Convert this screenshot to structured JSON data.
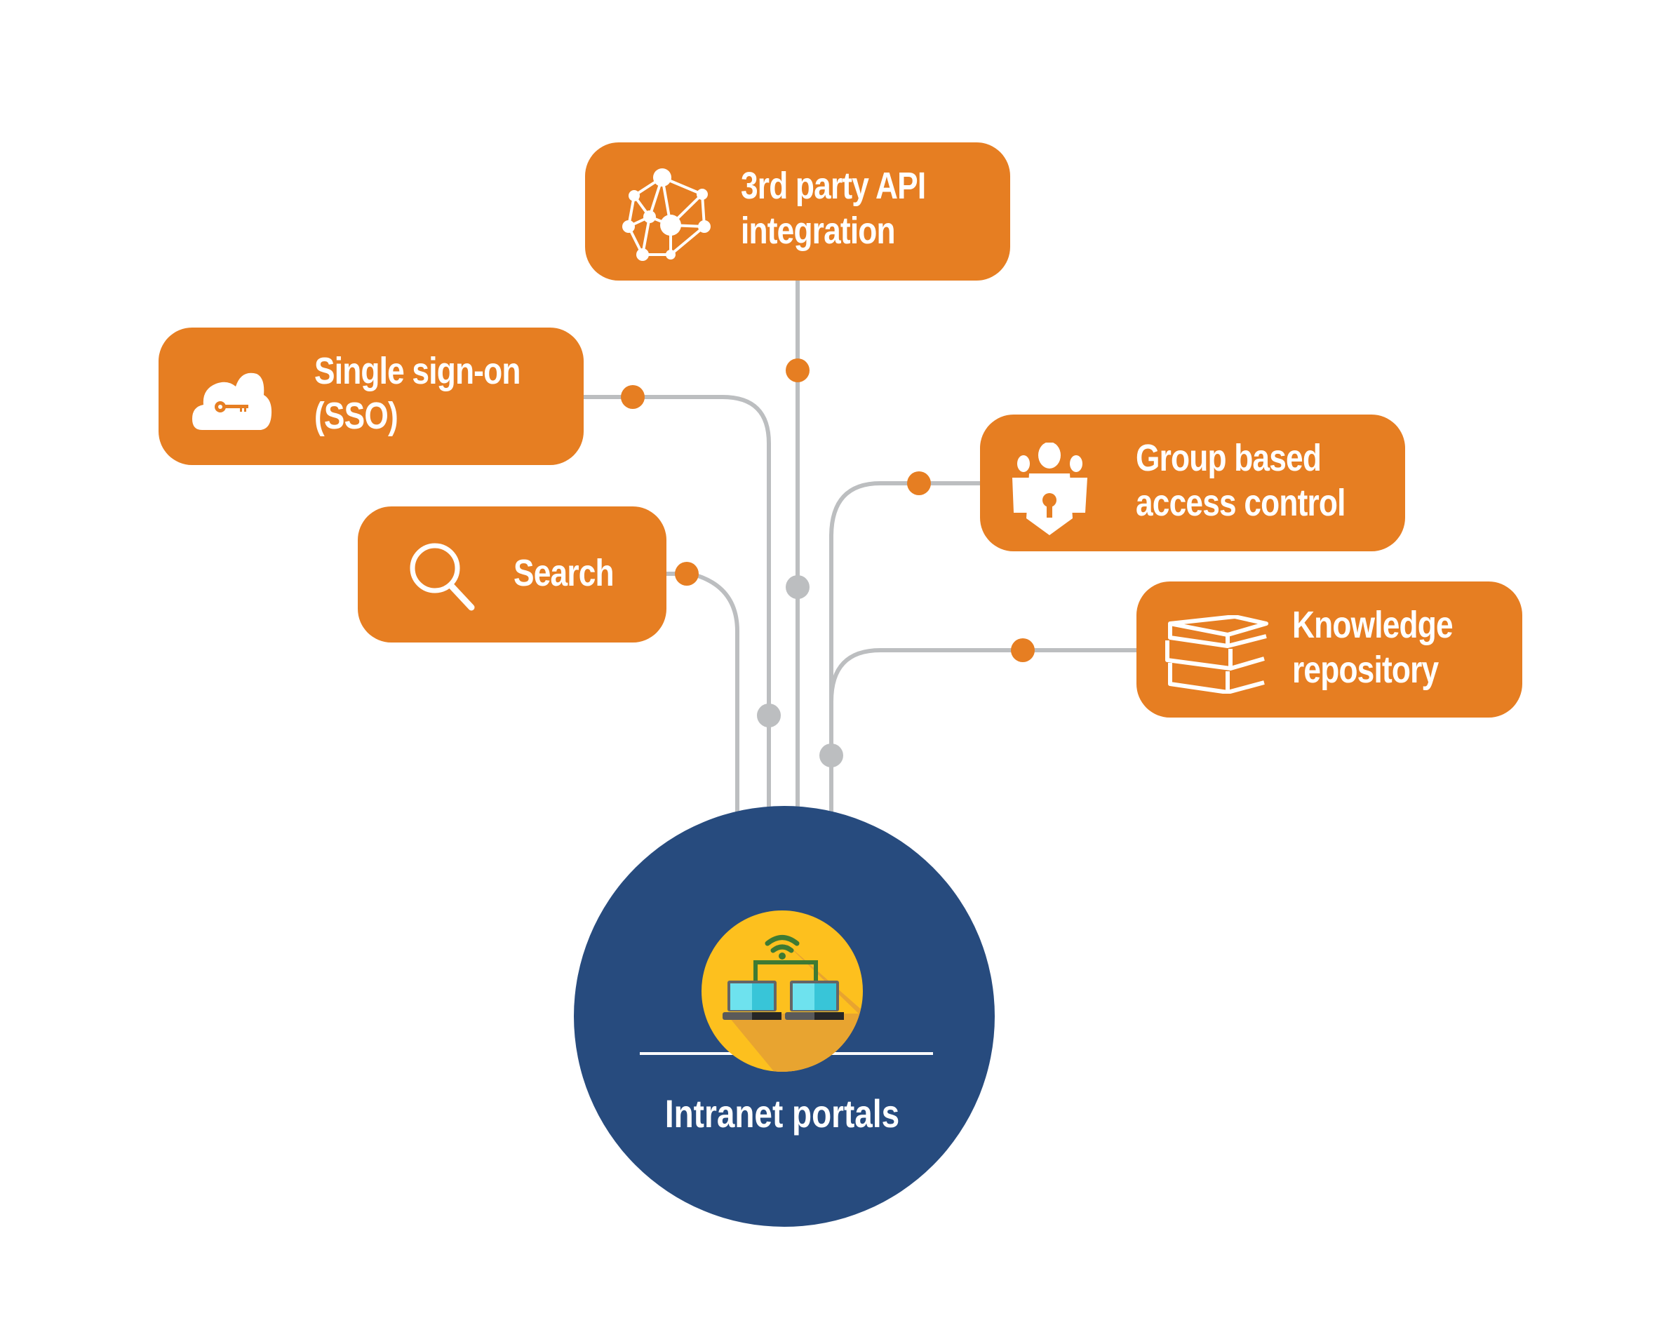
{
  "diagram": {
    "title": "Intranet portals features",
    "hub": {
      "label": "Intranet portals",
      "icon": "networked-laptops-wifi-icon",
      "color": "#274b7e",
      "icon_bg": "#fdc01e"
    },
    "nodes": [
      {
        "id": "api",
        "label": "3rd party API\nintegration",
        "icon": "network-nodes-icon"
      },
      {
        "id": "sso",
        "label": "Single sign-on\n(SSO)",
        "icon": "cloud-key-icon"
      },
      {
        "id": "search",
        "label": "Search",
        "icon": "search-icon"
      },
      {
        "id": "group",
        "label": "Group based\naccess control",
        "icon": "group-keyhole-icon"
      },
      {
        "id": "knowledge",
        "label": "Knowledge\nrepository",
        "icon": "books-stack-icon"
      }
    ],
    "edges": [
      {
        "from": "api",
        "to": "hub"
      },
      {
        "from": "sso",
        "to": "hub"
      },
      {
        "from": "search",
        "to": "hub"
      },
      {
        "from": "group",
        "to": "hub"
      },
      {
        "from": "knowledge",
        "to": "hub"
      }
    ],
    "colors": {
      "node_fill": "#e67e22",
      "connector": "#bcbec0",
      "dot_orange": "#e67e22",
      "dot_gray": "#bcbec0",
      "hub": "#274b7e",
      "text": "#ffffff"
    }
  }
}
